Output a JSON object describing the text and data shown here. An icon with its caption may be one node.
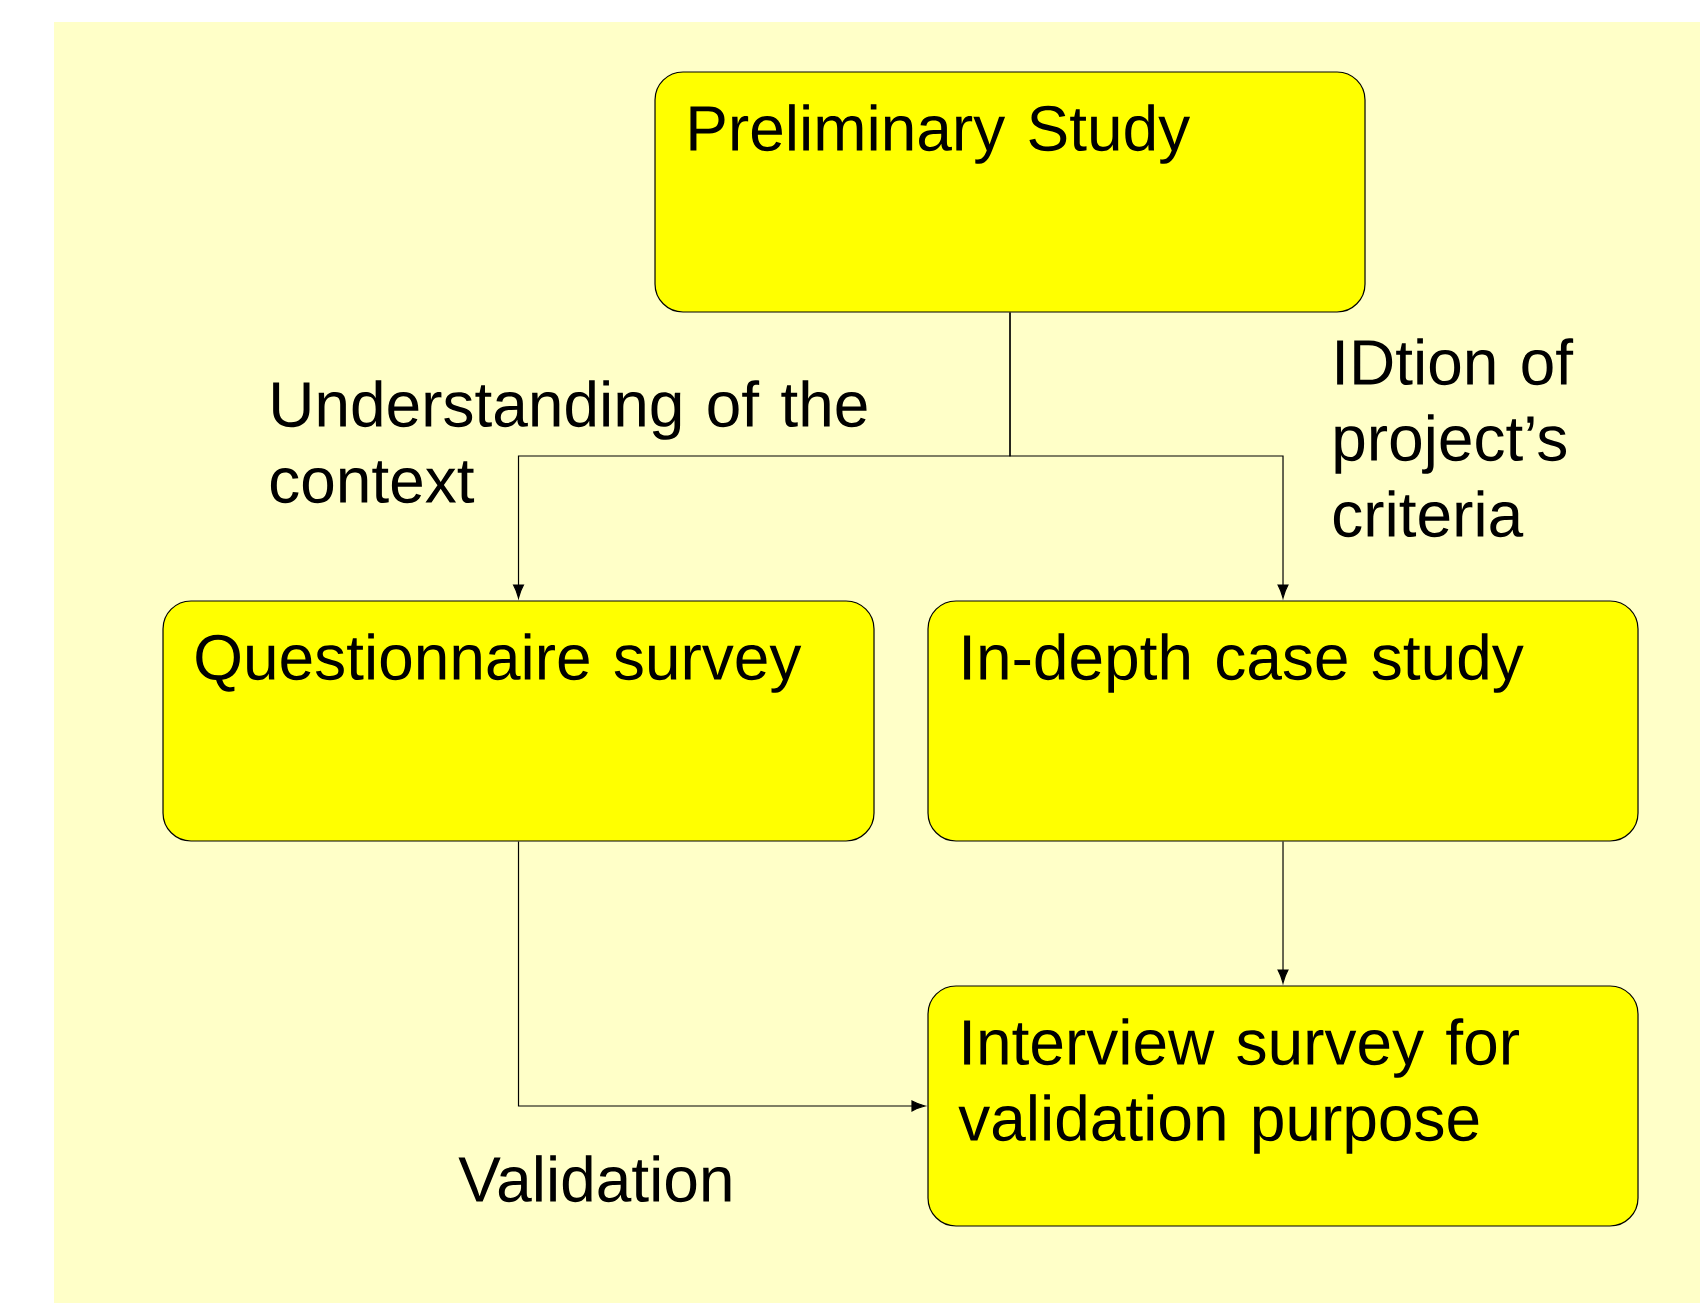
{
  "diagram": {
    "nodes": [
      {
        "text": [
          "Preliminary Study"
        ]
      },
      {
        "text": [
          "Questionnaire survey"
        ]
      },
      {
        "text": [
          "In-depth case study"
        ]
      },
      {
        "text": [
          "Interview survey for validation purpose"
        ]
      }
    ],
    "edges": [
      {
        "from": 0,
        "to": 1,
        "arrow": "to",
        "label": "Understanding of the context"
      },
      {
        "from": 0,
        "to": 2,
        "arrow": "to",
        "label": "IDtion of project’s criteria"
      },
      {
        "from": 2,
        "to": 3,
        "arrow": "to"
      },
      {
        "from": 1,
        "to": 3,
        "arrow": "to",
        "label": "Validation"
      }
    ]
  }
}
